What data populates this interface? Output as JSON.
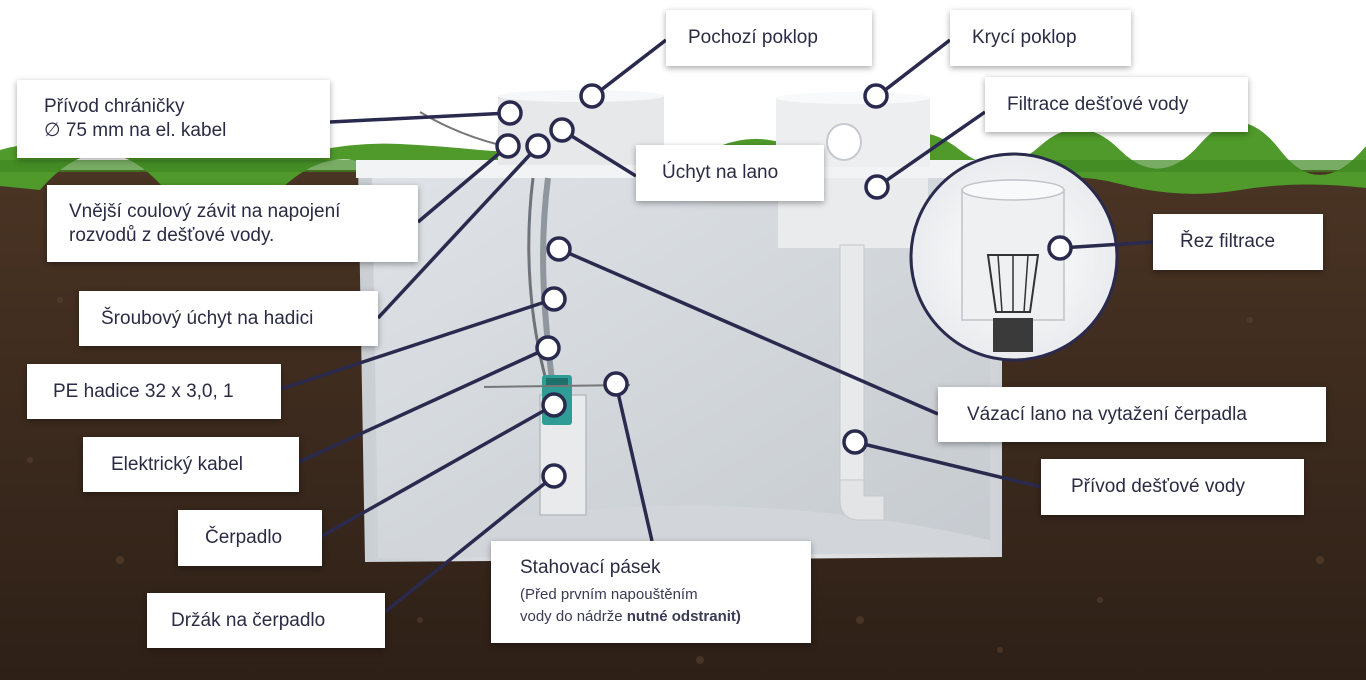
{
  "labels": {
    "pochozi_poklop": "Pochozí poklop",
    "kryci_poklop": "Krycí poklop",
    "privod_chranicky_line1": "Přívod chráničky",
    "privod_chranicky_line2": "∅  75 mm na  el. kabel",
    "filtrace": "Filtrace dešťové vody",
    "uchyt_na_lano": "Úchyt na lano",
    "vnejsi_zavit_line1": "Vnější coulový závit na napojení",
    "vnejsi_zavit_line2": "rozvodů z dešťové vody.",
    "rez_filtrace": "Řez filtrace",
    "sroubovy_uchyt": "Šroubový úchyt na hadici",
    "pe_hadice": "PE hadice 32 x 3,0, 1",
    "vazaci_lano": "Vázací lano na vytažení čerpadla",
    "elektricky_kabel": "Elektrický kabel",
    "privod_destove": "Přívod dešťové vody",
    "cerpadlo": "Čerpadlo",
    "stahovaci_pasek": "Stahovací pásek",
    "stahovaci_note_1": "(Před prvním napouštěním",
    "stahovaci_note_2": "vody do nádrže ",
    "stahovaci_note_bold": "nutné odstranit)",
    "drzak": "Držák na čerpadlo"
  },
  "colors": {
    "soil": "#3b2a1e",
    "grass": "#4f9a2a",
    "tank": "#e4e7ea",
    "leader": "#2a2a4e",
    "label_text": "#2b2b45",
    "pump": "#2f9c95"
  }
}
